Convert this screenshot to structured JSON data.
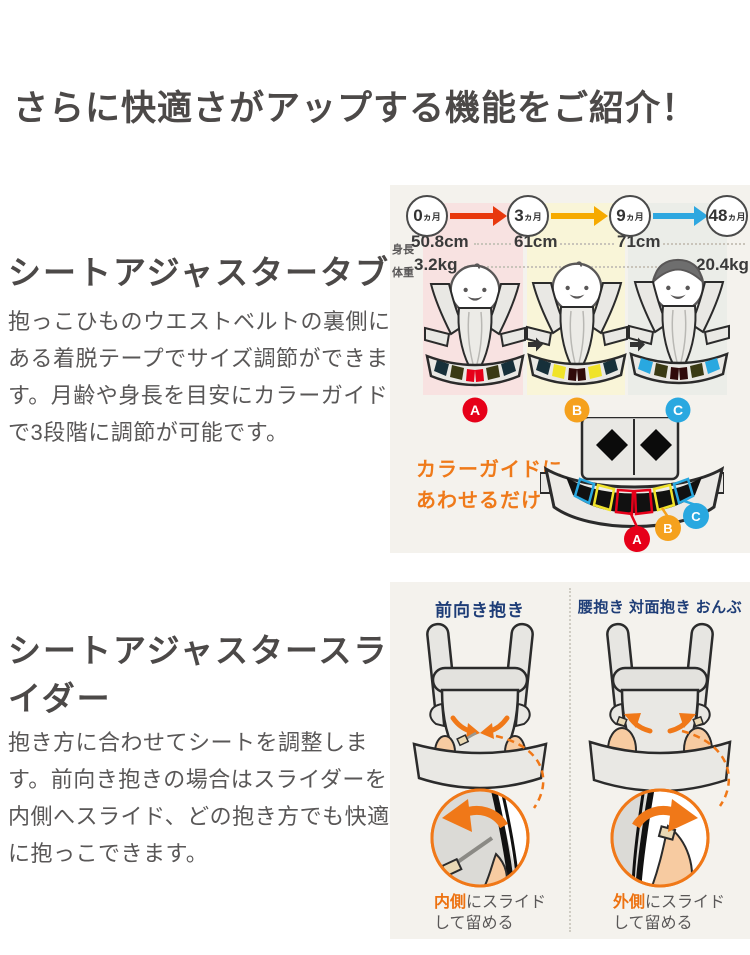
{
  "title": "さらに快適さがアップする機能をご紹介！",
  "colors": {
    "title_text": "#4c4948",
    "body_text": "#595757",
    "accent_orange": "#ef7a1a",
    "navy_header": "#1e3d77",
    "arrow_red": "#e8380d",
    "arrow_orange": "#f6aa00",
    "arrow_blue": "#2ea7e0",
    "stage_a_red": "#e60019",
    "stage_b_orange": "#f5a11d",
    "stage_c_blue": "#29a8e0",
    "guide_red": "#e60019",
    "guide_yellow": "#f0e32a",
    "guide_blue": "#29a8e0",
    "diagram_bg": "#f4f2ed",
    "column_pink": "#f8e2e1",
    "column_yellow": "#f9f5d8",
    "column_gray": "#ebede8"
  },
  "section1": {
    "heading": "シートアジャスタータブ",
    "body": "抱っこひものウエストベルトの裏側にある着脱テープでサイズ調節ができます。月齢や身長を目安にカラーガイドで3段階に調節が可能です。",
    "timeline": {
      "milestones": [
        {
          "num": "0",
          "unit": "ヵ月"
        },
        {
          "num": "3",
          "unit": "ヵ月"
        },
        {
          "num": "9",
          "unit": "ヵ月"
        },
        {
          "num": "48",
          "unit": "ヵ月"
        }
      ],
      "height_label": "身長",
      "weight_label": "体重",
      "height_values": [
        "50.8cm",
        "61cm",
        "71cm"
      ],
      "weight_start": "3.2kg",
      "weight_end": "20.4kg"
    },
    "stages": [
      {
        "label": "A"
      },
      {
        "label": "B"
      },
      {
        "label": "C"
      }
    ],
    "callout_line1": "カラーガイドに",
    "callout_line2": "あわせるだけ"
  },
  "section2": {
    "heading": "シートアジャスタースライダー",
    "body": "抱き方に合わせてシートを調整します。前向き抱きの場合はスライダーを内側へスライド、どの抱き方でも快適に抱っこできます。",
    "panels": [
      {
        "header": "前向き抱き",
        "slide_target": "内側",
        "slide_suffix": "にスライド",
        "slide_line2": "して留める"
      },
      {
        "header": "腰抱き 対面抱き おんぶ",
        "slide_target": "外側",
        "slide_suffix": "にスライド",
        "slide_line2": "して留める"
      }
    ]
  }
}
